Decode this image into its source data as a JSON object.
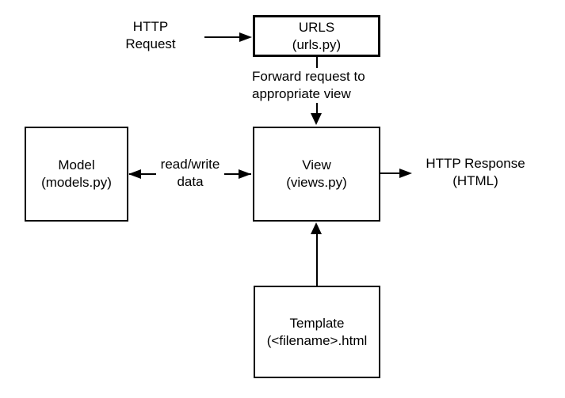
{
  "diagram": {
    "boxes": {
      "urls": {
        "line1": "URLS",
        "line2": "(urls.py)"
      },
      "model": {
        "line1": "Model",
        "line2": "(models.py)"
      },
      "view": {
        "line1": "View",
        "line2": "(views.py)"
      },
      "template": {
        "line1": "Template",
        "line2": "(<filename>.html"
      }
    },
    "labels": {
      "http_request": {
        "line1": "HTTP",
        "line2": "Request"
      },
      "forward": {
        "line1": "Forward request to",
        "line2": "appropriate view"
      },
      "read_write": {
        "line1": "read/write",
        "line2": "data"
      },
      "http_response": {
        "line1": "HTTP Response",
        "line2": "(HTML)"
      }
    },
    "colors": {
      "line": "#000000",
      "background": "#ffffff"
    }
  }
}
